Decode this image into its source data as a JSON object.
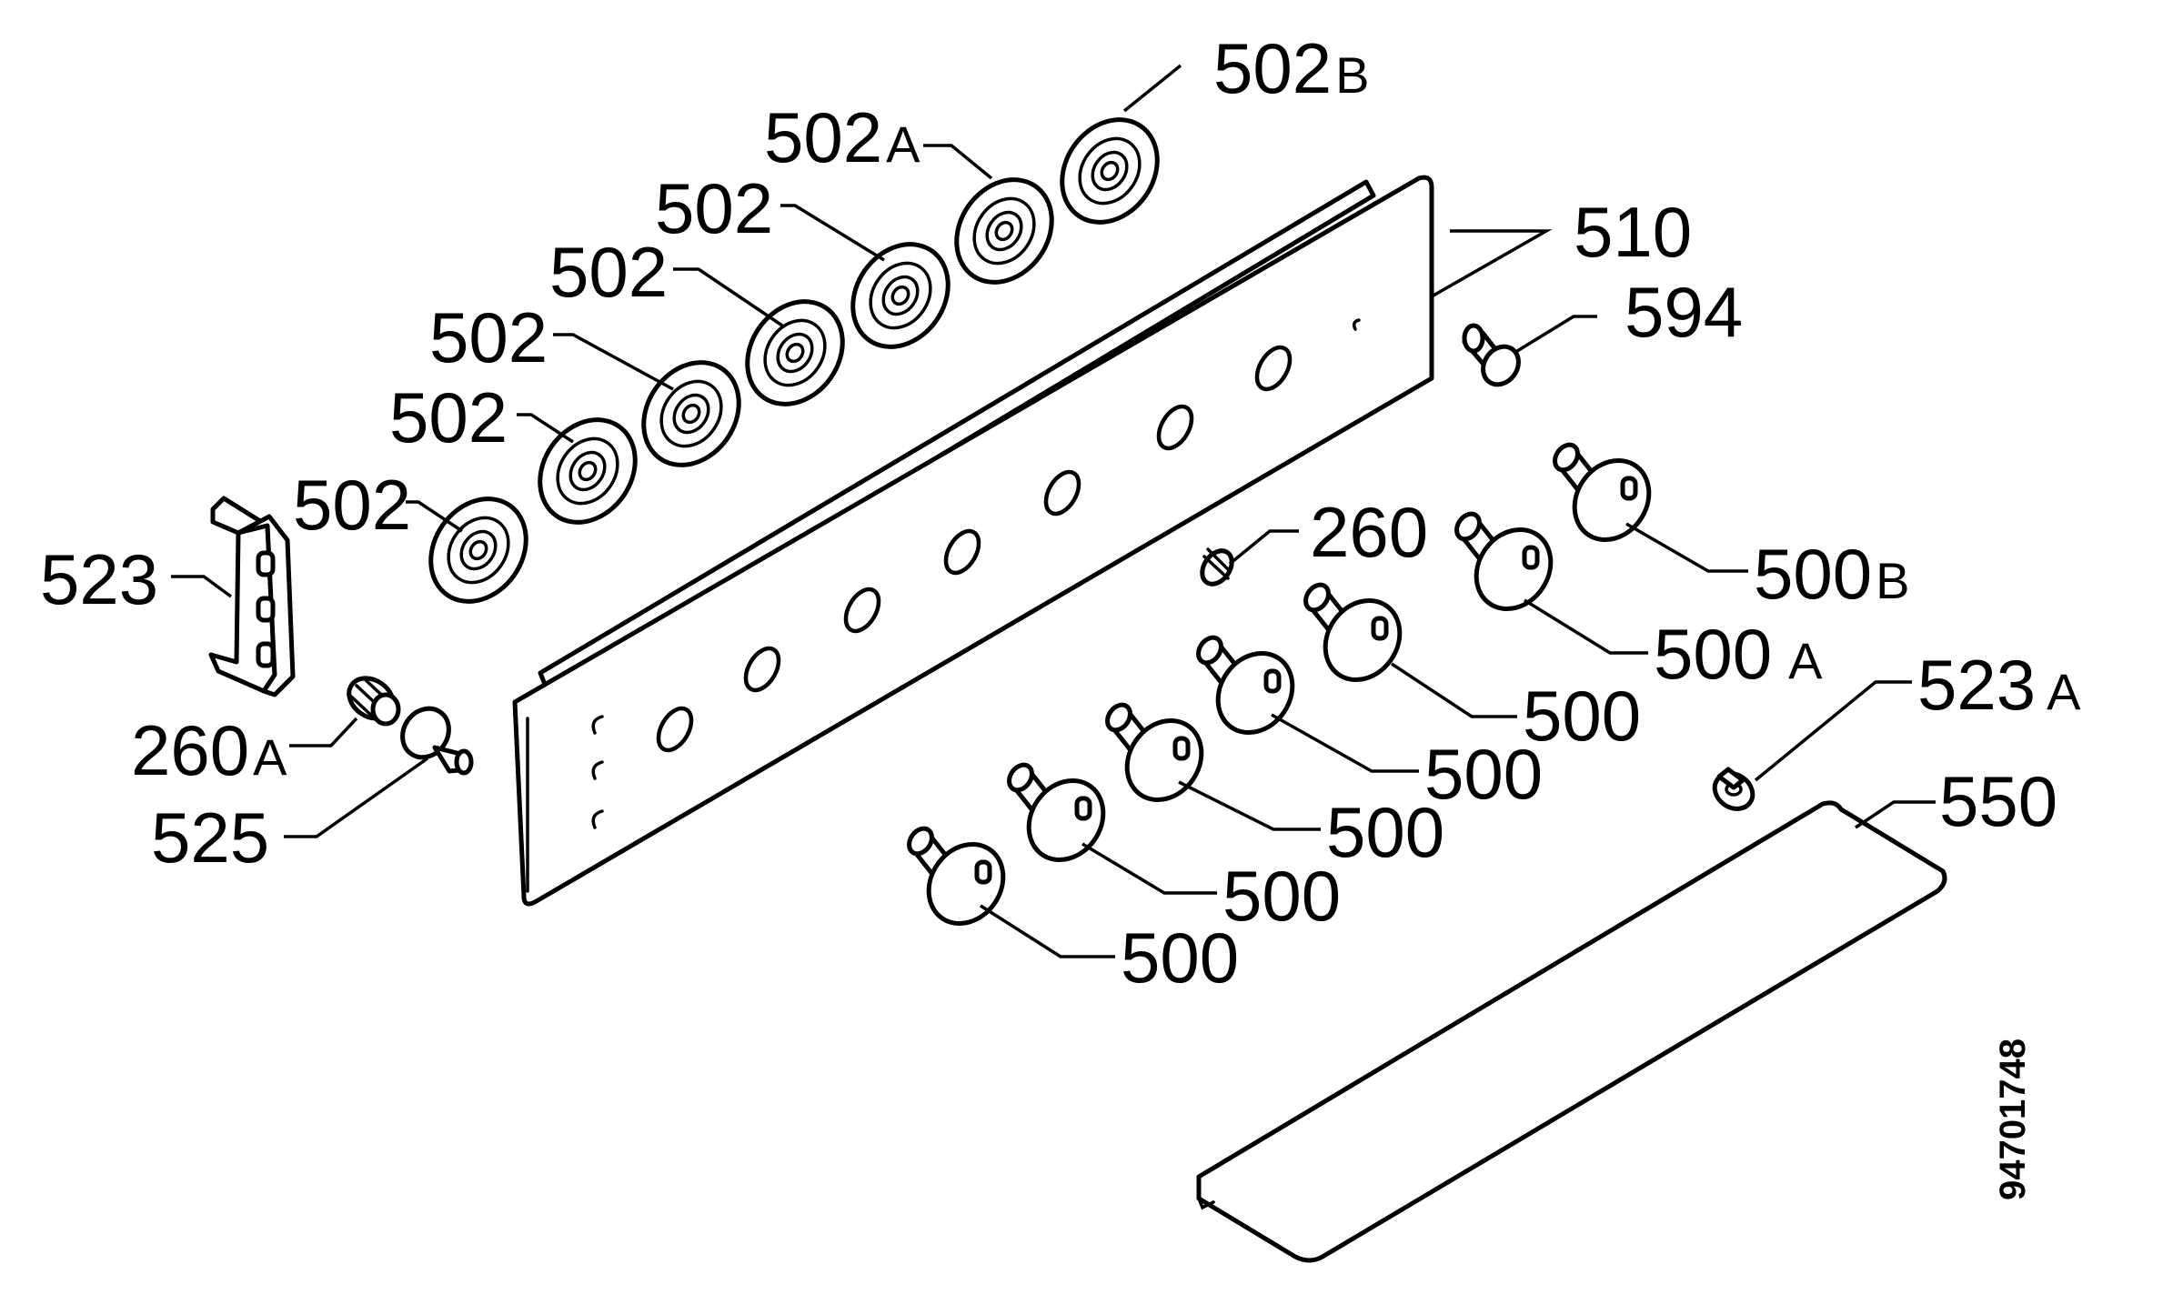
{
  "diagram": {
    "document_number": "94701748",
    "labels": {
      "l502b": {
        "num": "502",
        "suffix": "B"
      },
      "l502a": {
        "num": "502",
        "suffix": "A"
      },
      "l502_1": {
        "num": "502",
        "suffix": ""
      },
      "l502_2": {
        "num": "502",
        "suffix": ""
      },
      "l502_3": {
        "num": "502",
        "suffix": ""
      },
      "l502_4": {
        "num": "502",
        "suffix": ""
      },
      "l502_5": {
        "num": "502",
        "suffix": ""
      },
      "l510": {
        "num": "510",
        "suffix": ""
      },
      "l594": {
        "num": "594",
        "suffix": ""
      },
      "l523": {
        "num": "523",
        "suffix": ""
      },
      "l260": {
        "num": "260",
        "suffix": ""
      },
      "l260a": {
        "num": "260",
        "suffix": "A"
      },
      "l525": {
        "num": "525",
        "suffix": ""
      },
      "l500b": {
        "num": "500",
        "suffix": "B"
      },
      "l500a": {
        "num": "500",
        "suffix": "A"
      },
      "l500_1": {
        "num": "500",
        "suffix": ""
      },
      "l500_2": {
        "num": "500",
        "suffix": ""
      },
      "l500_3": {
        "num": "500",
        "suffix": ""
      },
      "l500_4": {
        "num": "500",
        "suffix": ""
      },
      "l500_5": {
        "num": "500",
        "suffix": ""
      },
      "l523a": {
        "num": "523",
        "suffix": "A"
      },
      "l550": {
        "num": "550",
        "suffix": ""
      }
    }
  }
}
